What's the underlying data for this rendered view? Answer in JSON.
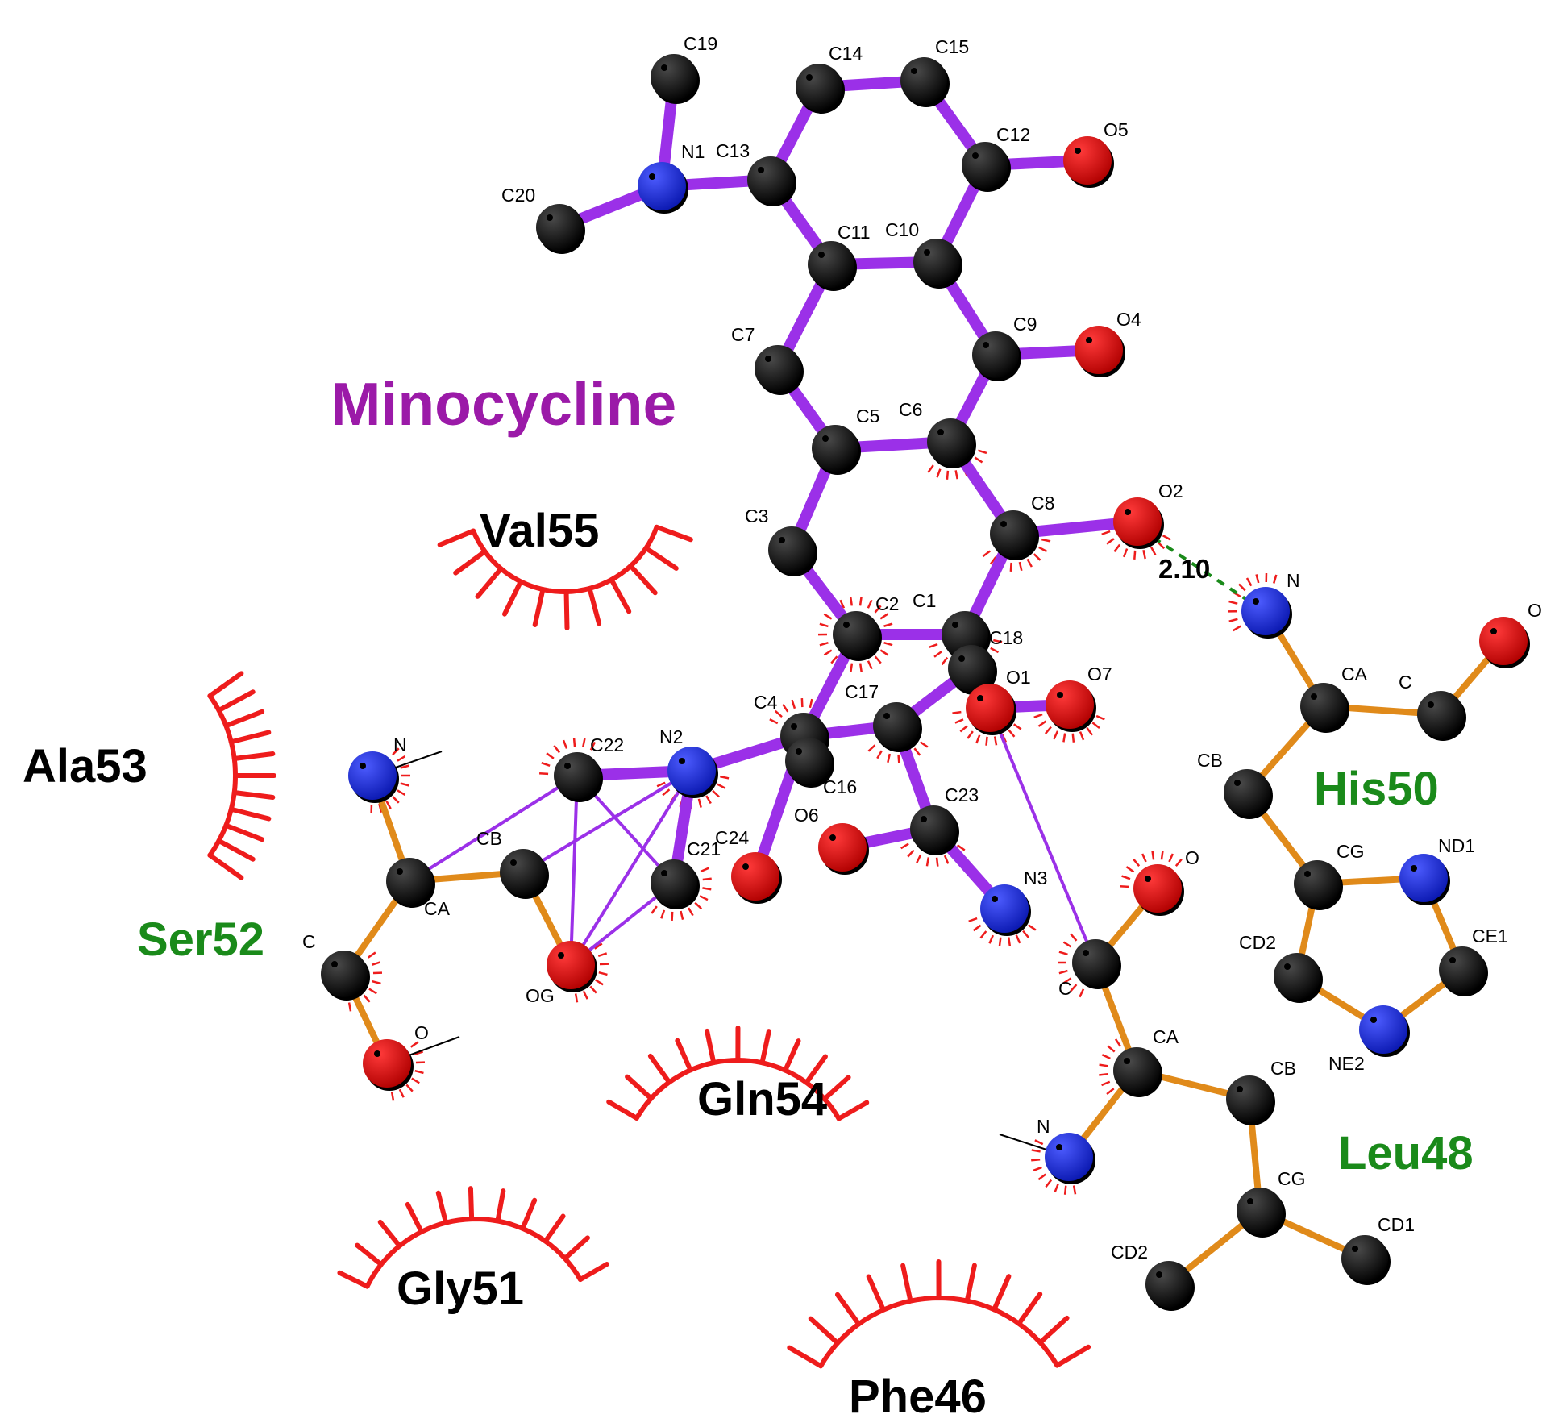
{
  "ligand": {
    "name": "Minocycline"
  },
  "hbond_distance": "2.10",
  "residues": [
    {
      "id": "leu48",
      "name": "Leu48",
      "interaction": "hbond",
      "color": "#1a8a1a"
    },
    {
      "id": "his50",
      "name": "His50",
      "interaction": "hbond",
      "color": "#1a8a1a"
    },
    {
      "id": "ser52",
      "name": "Ser52",
      "interaction": "hbond",
      "color": "#1a8a1a"
    },
    {
      "id": "val55",
      "name": "Val55",
      "interaction": "hydrophobic",
      "color": "#000000"
    },
    {
      "id": "ala53",
      "name": "Ala53",
      "interaction": "hydrophobic",
      "color": "#000000"
    },
    {
      "id": "gln54",
      "name": "Gln54",
      "interaction": "hydrophobic",
      "color": "#000000"
    },
    {
      "id": "gly51",
      "name": "Gly51",
      "interaction": "hydrophobic",
      "color": "#000000"
    },
    {
      "id": "phe46",
      "name": "Phe46",
      "interaction": "hydrophobic",
      "color": "#000000"
    }
  ],
  "atom_colors": {
    "C": "#111111",
    "N": "#1a2be0",
    "O": "#e01010"
  },
  "bond_colors": {
    "ligand": "#9b30e8",
    "residue": "#e08a1a",
    "hydrophobic_arc": "#ee1c1c",
    "hbond": "#1a8a1a"
  },
  "atom_labels": {
    "lig": [
      "C19",
      "C14",
      "C15",
      "C13",
      "N1",
      "C12",
      "O5",
      "C20",
      "C11",
      "C10",
      "C7",
      "C9",
      "O4",
      "C5",
      "C6",
      "C3",
      "C8",
      "O2",
      "C2",
      "C1",
      "C18",
      "O1",
      "O7",
      "C4",
      "C17",
      "C22",
      "N2",
      "C16",
      "O6",
      "C23",
      "C21",
      "N3",
      "C24"
    ],
    "his": [
      "N",
      "O",
      "CA",
      "C",
      "CB",
      "CG",
      "ND1",
      "CD2",
      "CE1",
      "NE2"
    ],
    "leu": [
      "O",
      "C",
      "CA",
      "CB",
      "N",
      "CG",
      "CD2",
      "CD1"
    ],
    "ser": [
      "N",
      "CB",
      "CA",
      "C",
      "O",
      "OG"
    ]
  }
}
